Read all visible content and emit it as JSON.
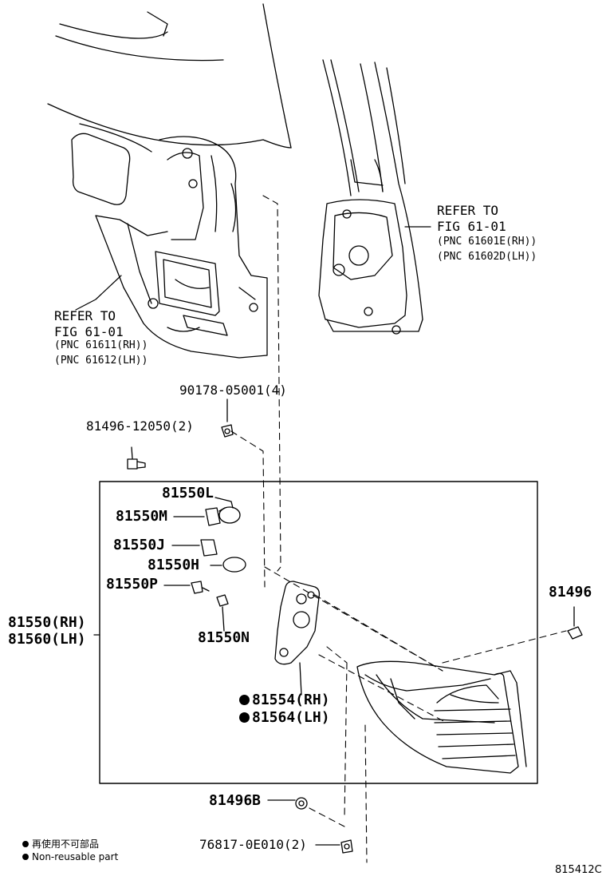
{
  "refer_right": {
    "line1": "REFER TO",
    "line2": "FIG 61-01",
    "pnc1": "(PNC 61601E(RH))",
    "pnc2": "(PNC 61602D(LH))"
  },
  "refer_left": {
    "line1": "REFER TO",
    "line2": "FIG 61-01",
    "pnc1": "(PNC 61611(RH))",
    "pnc2": "(PNC 61612(LH))"
  },
  "parts": {
    "nut": "90178-05001(4)",
    "screw": "81496-12050(2)",
    "bulb_l": "81550L",
    "socket_m": "81550M",
    "socket_j": "81550J",
    "bulb_h": "81550H",
    "socket_p": "81550P",
    "bulb_n": "81550N",
    "assy_rh": "81550(RH)",
    "assy_lh": "81560(LH)",
    "gasket_rh": "81554(RH)",
    "gasket_lh": "81564(LH)",
    "clip_right": "81496",
    "clip_b": "81496B",
    "clip_bottom": "76817-0E010(2)"
  },
  "legend": {
    "line_cn": "再使用不可部品",
    "line_en": "Non-reusable part"
  },
  "figure_code": "815412C"
}
